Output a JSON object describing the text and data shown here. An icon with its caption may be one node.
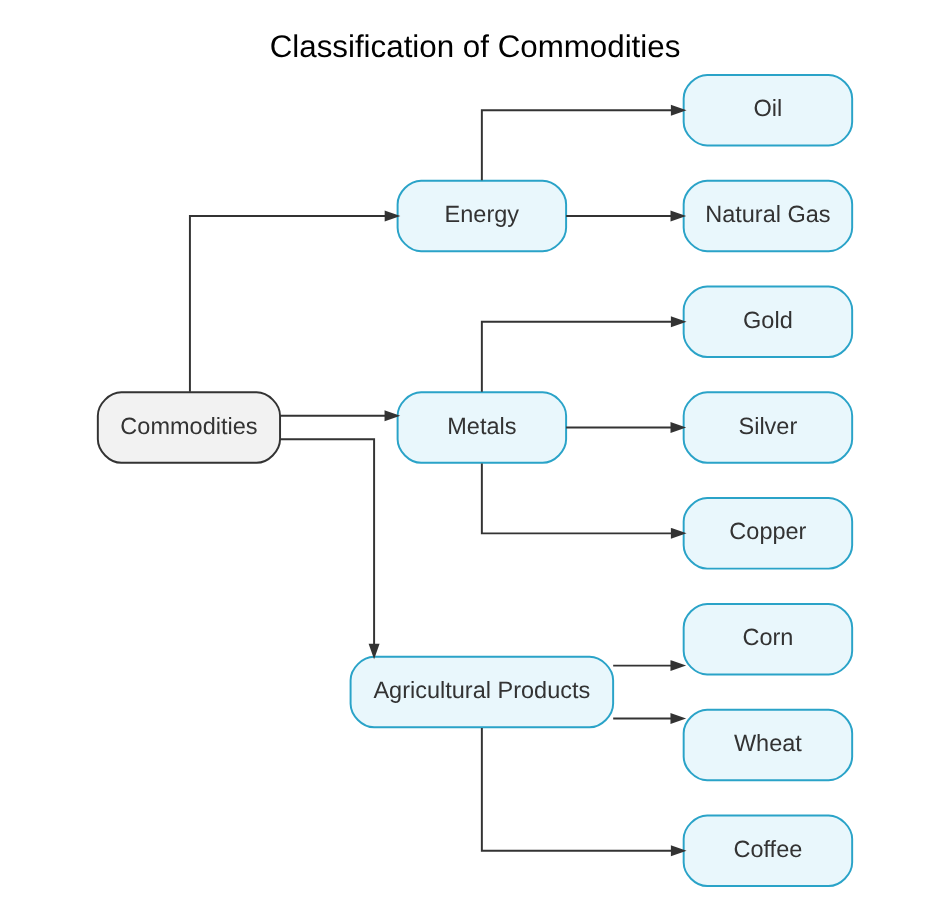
{
  "diagram": {
    "title": "Classification of Commodities",
    "nodes": [
      {
        "text": [
          "Commodities"
        ]
      },
      {
        "text": [
          "Energy"
        ]
      },
      {
        "text": [
          "Metals"
        ]
      },
      {
        "text": [
          "Agricultural Products"
        ]
      },
      {
        "text": [
          "Oil"
        ]
      },
      {
        "text": [
          "Natural Gas"
        ]
      },
      {
        "text": [
          "Gold"
        ]
      },
      {
        "text": [
          "Silver"
        ]
      },
      {
        "text": [
          "Copper"
        ]
      },
      {
        "text": [
          "Corn"
        ]
      },
      {
        "text": [
          "Wheat"
        ]
      },
      {
        "text": [
          "Coffee"
        ]
      }
    ],
    "edges": [
      {
        "from": 0,
        "to": 1,
        "arrow": "to"
      },
      {
        "from": 0,
        "to": 2,
        "arrow": "to"
      },
      {
        "from": 0,
        "to": 3,
        "arrow": "to"
      },
      {
        "from": 1,
        "to": 4,
        "arrow": "to"
      },
      {
        "from": 1,
        "to": 5,
        "arrow": "to"
      },
      {
        "from": 2,
        "to": 6,
        "arrow": "to"
      },
      {
        "from": 2,
        "to": 7,
        "arrow": "to"
      },
      {
        "from": 2,
        "to": 8,
        "arrow": "to"
      },
      {
        "from": 3,
        "to": 9,
        "arrow": "to"
      },
      {
        "from": 3,
        "to": 10,
        "arrow": "to"
      },
      {
        "from": 3,
        "to": 11,
        "arrow": "to"
      }
    ]
  }
}
